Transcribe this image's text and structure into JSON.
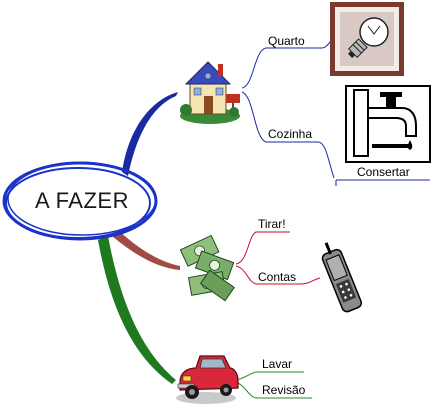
{
  "central": {
    "label": "A FAZER",
    "color": "#1b33c8"
  },
  "branches": [
    {
      "icon": "house-icon",
      "color": "#1a2aa0",
      "children": [
        {
          "label": "Quarto",
          "icon": "light-bulb-icon",
          "color": "#1a2aa0"
        },
        {
          "label": "Cozinha",
          "icon": "leaking-faucet-icon",
          "color": "#1a2aa0",
          "children": [
            {
              "label": "Consertar"
            }
          ]
        }
      ]
    },
    {
      "icon": "money-icon",
      "color": "#a14b46",
      "children": [
        {
          "label": "Tirar!",
          "color": "#c8102e"
        },
        {
          "label": "Contas",
          "icon": "telephone-icon",
          "color": "#c8102e"
        }
      ]
    },
    {
      "icon": "car-icon",
      "color": "#1f7a1f",
      "children": [
        {
          "label": "Lavar",
          "color": "#2a8a2a"
        },
        {
          "label": "Revisão",
          "color": "#2a8a2a"
        }
      ]
    }
  ]
}
